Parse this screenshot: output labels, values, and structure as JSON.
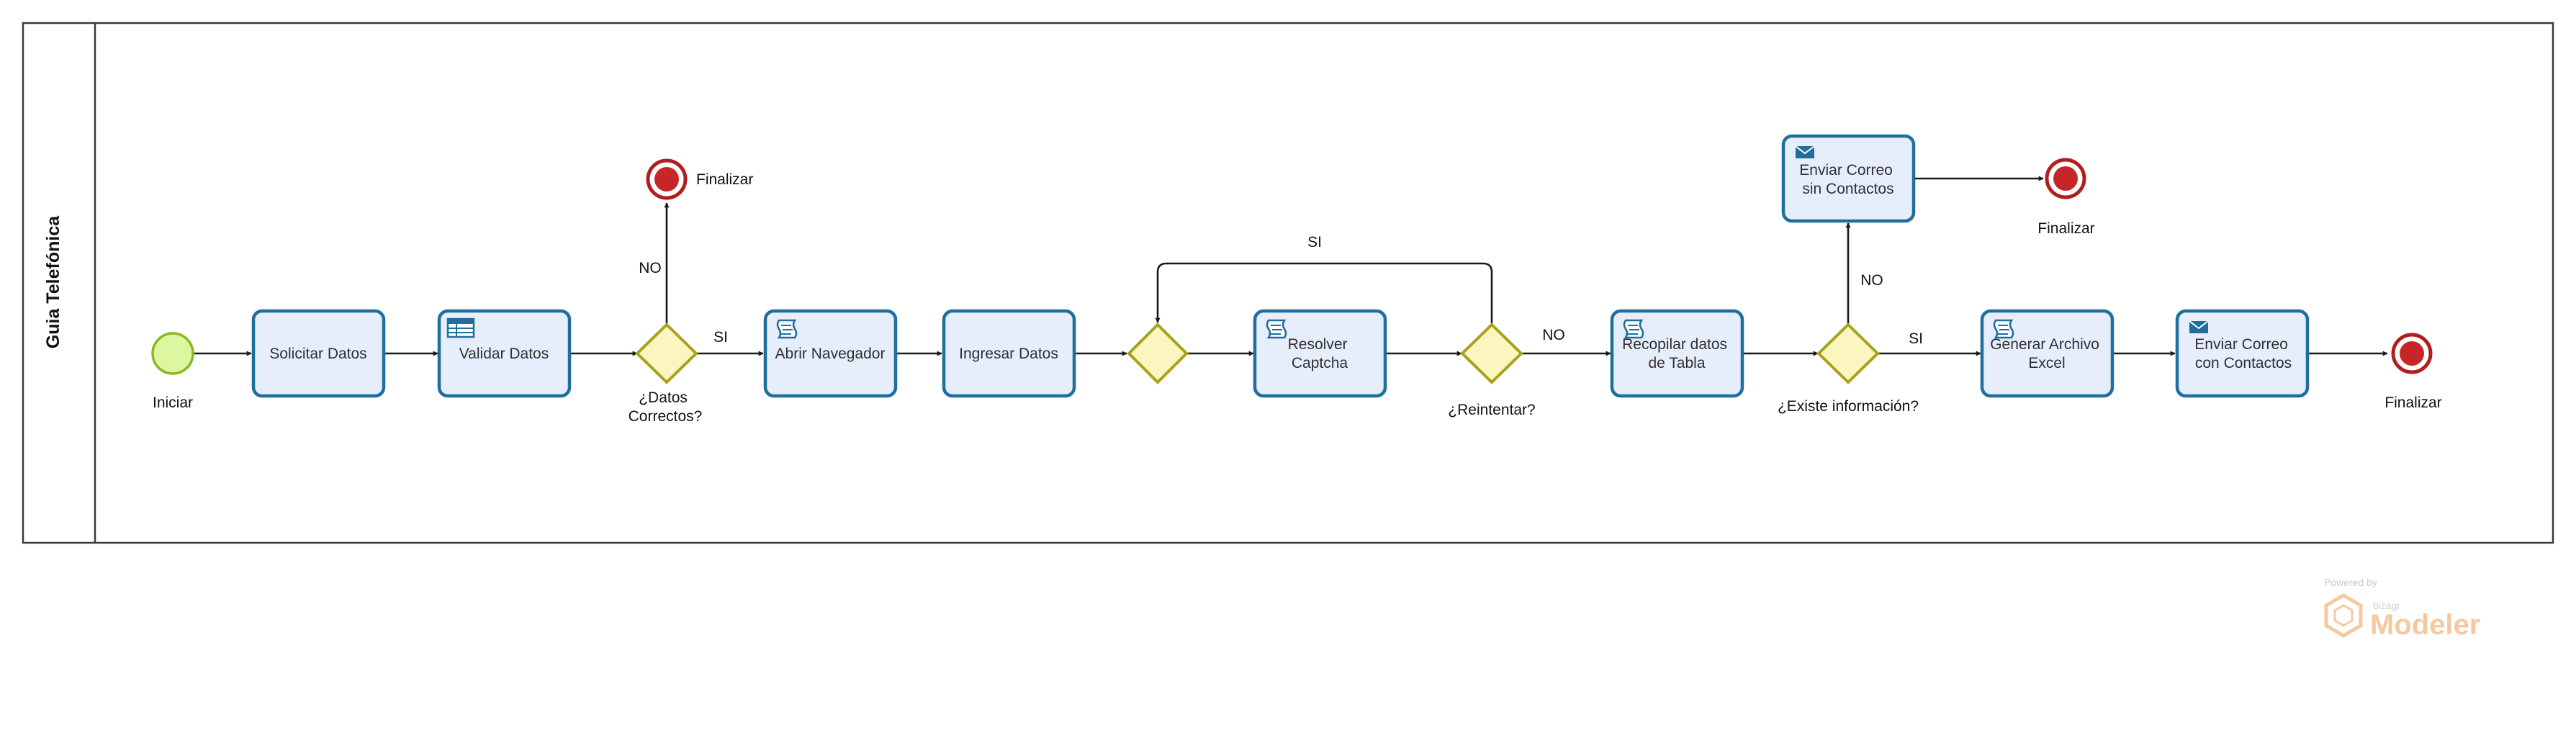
{
  "pool": {
    "lane_label": "Guia Telefónica"
  },
  "colors": {
    "task_fill": "#e6edfb",
    "task_stroke": "#1f6e9e",
    "gateway_fill": "#fbf6c0",
    "gateway_stroke": "#a6a31a",
    "start_fill": "#dcf7a0",
    "end_stroke": "#b01e1e",
    "watermark": "#f4c9a2"
  },
  "events": {
    "start": {
      "label": "Iniciar"
    },
    "end_datos": {
      "label": "Finalizar"
    },
    "end_sin_contactos": {
      "label": "Finalizar"
    },
    "end_final": {
      "label": "Finalizar"
    }
  },
  "tasks": {
    "solicitar": {
      "lines": [
        "Solicitar Datos"
      ]
    },
    "validar": {
      "lines": [
        "Validar Datos"
      ],
      "icon": "table-icon"
    },
    "abrir": {
      "lines": [
        "Abrir Navegador"
      ],
      "icon": "script-icon"
    },
    "ingresar": {
      "lines": [
        "Ingresar Datos"
      ]
    },
    "resolver": {
      "lines": [
        "Resolver",
        "Captcha"
      ],
      "icon": "script-icon"
    },
    "recopilar": {
      "lines": [
        "Recopilar datos",
        "de Tabla"
      ],
      "icon": "script-icon"
    },
    "enviar_sin": {
      "lines": [
        "Enviar Correo",
        "sin Contactos"
      ],
      "icon": "envelope-icon"
    },
    "generar": {
      "lines": [
        "Generar Archivo",
        "Excel"
      ],
      "icon": "script-icon"
    },
    "enviar_con": {
      "lines": [
        "Enviar Correo",
        "con Contactos"
      ],
      "icon": "envelope-icon"
    }
  },
  "gateways": {
    "datos_correctos": {
      "lines": [
        "¿Datos",
        "Correctos?"
      ]
    },
    "merge": {
      "lines": []
    },
    "reintentar": {
      "lines": [
        "¿Reintentar?"
      ]
    },
    "existe_info": {
      "lines": [
        "¿Existe información?"
      ]
    }
  },
  "flow_labels": {
    "datos_no": "NO",
    "datos_si": "SI",
    "reintentar_si": "SI",
    "reintentar_no": "NO",
    "existe_no": "NO",
    "existe_si": "SI"
  },
  "watermark": {
    "powered": "Powered by",
    "brand_small": "bizagi",
    "brand": "Modeler"
  }
}
